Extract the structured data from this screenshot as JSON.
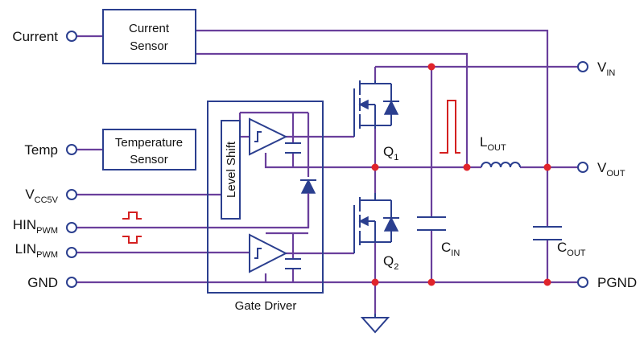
{
  "labels": {
    "current": "Current",
    "temp": "Temp",
    "vccsv_main": "V",
    "vccsv_sub": "CC5V",
    "hin_main": "HIN",
    "hin_sub": "PWM",
    "lin_main": "LIN",
    "lin_sub": "PWM",
    "gnd": "GND",
    "vin_main": "V",
    "vin_sub": "IN",
    "vout_main": "V",
    "vout_sub": "OUT",
    "pgnd": "PGND",
    "q1_main": "Q",
    "q1_sub": "1",
    "q2_main": "Q",
    "q2_sub": "2",
    "lout_main": "L",
    "lout_sub": "OUT",
    "cin_main": "C",
    "cin_sub": "IN",
    "cout_main": "C",
    "cout_sub": "OUT"
  },
  "blocks": {
    "current_sensor_line1": "Current",
    "current_sensor_line2": "Sensor",
    "temp_sensor_line1": "Temperature",
    "temp_sensor_line2": "Sensor",
    "level_shift": "Level Shift",
    "gate_driver": "Gate Driver"
  },
  "colors": {
    "wire": "#6a3f9c",
    "component": "#2b3f8f",
    "node_dot": "#e0242b",
    "pulse": "#d42020"
  }
}
